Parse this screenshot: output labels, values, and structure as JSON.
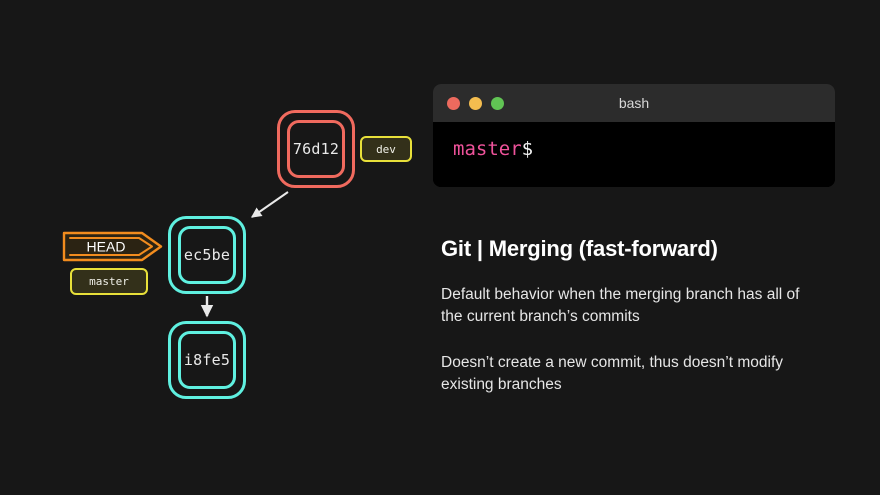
{
  "background": "#171717",
  "graph": {
    "nodes": [
      {
        "id": "76d12",
        "sha": "76d12",
        "color": "#f06a5e"
      },
      {
        "id": "ec5be",
        "sha": "ec5be",
        "color": "#5ff0e0"
      },
      {
        "id": "i8fe5",
        "sha": "i8fe5",
        "color": "#5ff0e0"
      }
    ],
    "labels": {
      "dev": "dev",
      "master": "master",
      "head": "HEAD"
    },
    "label_color": "#e8e03a",
    "head_color": "#f28c1e",
    "edges": [
      {
        "from": "76d12",
        "to": "ec5be"
      },
      {
        "from": "ec5be",
        "to": "i8fe5"
      }
    ]
  },
  "terminal": {
    "title": "bash",
    "lights": [
      "close-red",
      "minimize-yellow",
      "maximize-green"
    ],
    "prompt_branch": "master",
    "prompt_symbol": "$",
    "command": ""
  },
  "copy": {
    "title": "Git | Merging (fast-forward)",
    "paragraphs": [
      "Default behavior when the merging branch has all of the current branch’s commits",
      "Doesn’t create a new commit, thus doesn’t modify existing branches"
    ]
  }
}
